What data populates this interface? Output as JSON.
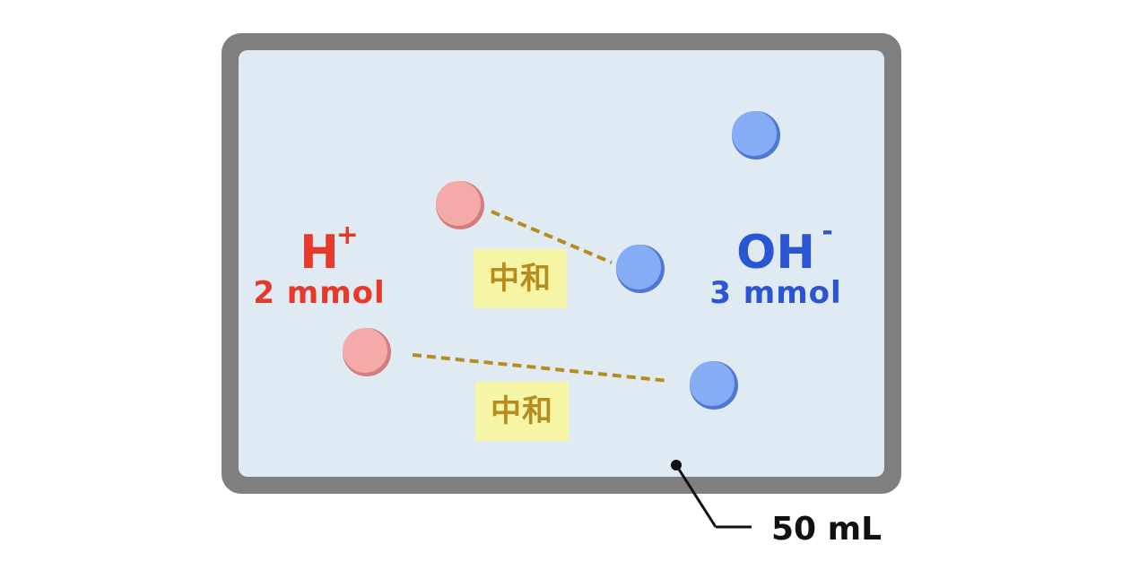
{
  "diagram": {
    "colors": {
      "frame": "#7f7f7f",
      "solution": "#e0eaf3",
      "h_ion": "#f4aaa8",
      "oh_ion": "#86acf6",
      "h_text": "#e83829",
      "oh_text": "#2b56d3",
      "neutralization_line": "#b68c1f",
      "label_bg": "#f6f4a5"
    },
    "h_ion": {
      "symbol": "H",
      "charge": "+",
      "amount": "2 mmol"
    },
    "oh_ion": {
      "symbol": "OH",
      "charge": "-",
      "amount": "3 mmol"
    },
    "neutralization_labels": [
      "中和",
      "中和"
    ],
    "volume": "50 mL"
  }
}
